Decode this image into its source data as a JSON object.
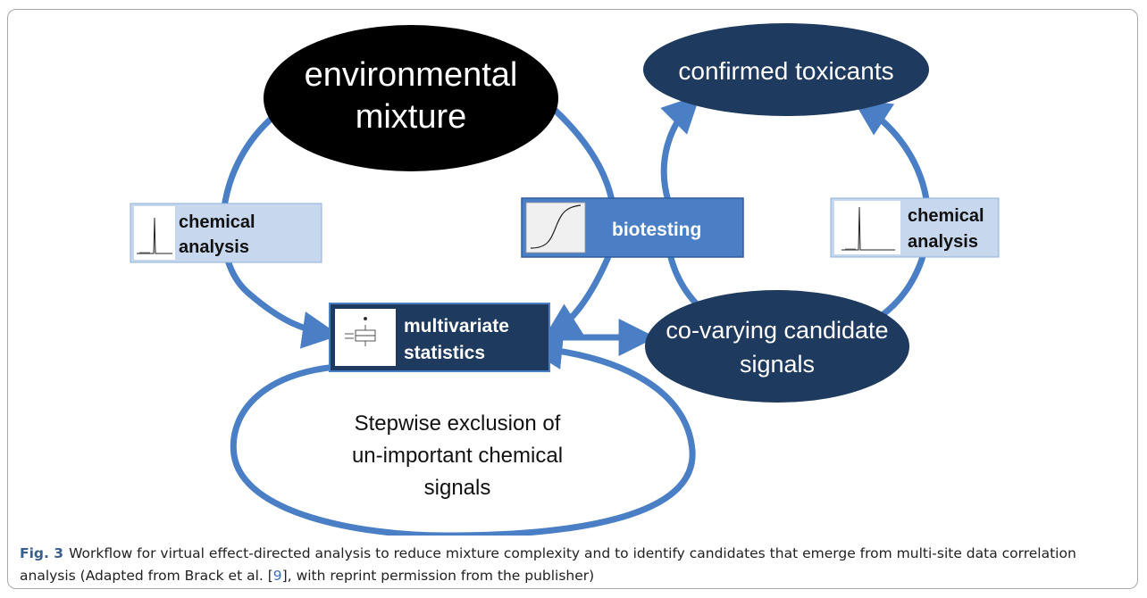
{
  "diagram": {
    "environmental_mixture": [
      "environmental",
      "mixture"
    ],
    "confirmed_toxicants": "confirmed toxicants",
    "chemical_analysis_left": [
      "chemical",
      "analysis"
    ],
    "biotesting": "biotesting",
    "chemical_analysis_right": [
      "chemical",
      "analysis"
    ],
    "multivariate_statistics": [
      "multivariate",
      "statistics"
    ],
    "candidate_signals": [
      "co-varying candidate",
      "signals"
    ],
    "stepwise_exclusion": [
      "Stepwise exclusion of",
      "un-important chemical",
      "signals"
    ],
    "colors": {
      "arrow": "#4a7fc6",
      "dark_node": "#1f3a5f",
      "black_node": "#000000",
      "light_box": "#c6d7ee",
      "mid_box": "#4a7fc6"
    }
  },
  "caption": {
    "fig_label": "Fig. 3",
    "text_before_ref": "Workflow for virtual effect-directed analysis to reduce mixture complexity and to identify candidates that emerge from multi-site data correlation analysis (Adapted from Brack et al. [",
    "ref": "9",
    "text_after_ref": "], with reprint permission from the publisher)"
  }
}
